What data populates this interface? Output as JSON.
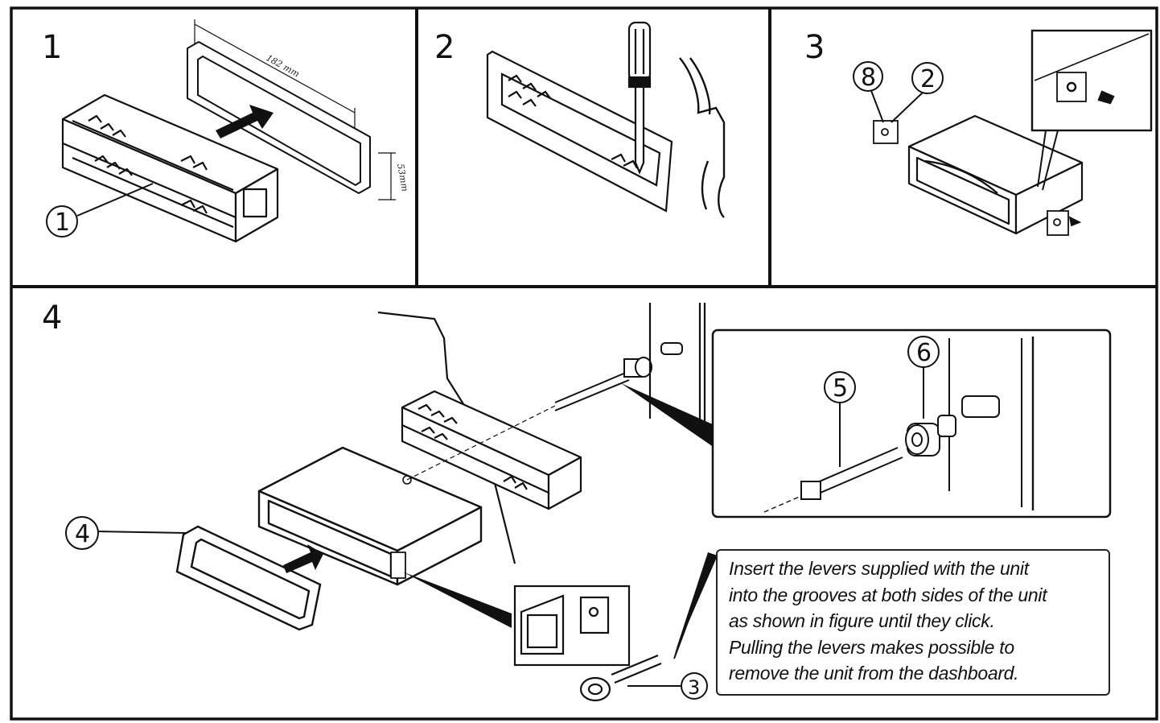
{
  "panels": [
    {
      "number": "1",
      "callouts": [
        "1"
      ],
      "dimensions": {
        "width": "182 mm",
        "height": "53mm"
      }
    },
    {
      "number": "2",
      "callouts": []
    },
    {
      "number": "3",
      "callouts": [
        "8",
        "2"
      ]
    },
    {
      "number": "4",
      "callouts": [
        "4",
        "3",
        "5",
        "6"
      ]
    }
  ],
  "instructions": {
    "lines": [
      "Insert the levers supplied with the unit",
      "into the grooves at both sides of the unit",
      "as shown in figure until they click.",
      "Pulling the levers makes possible to",
      "remove the unit from the dashboard."
    ]
  }
}
